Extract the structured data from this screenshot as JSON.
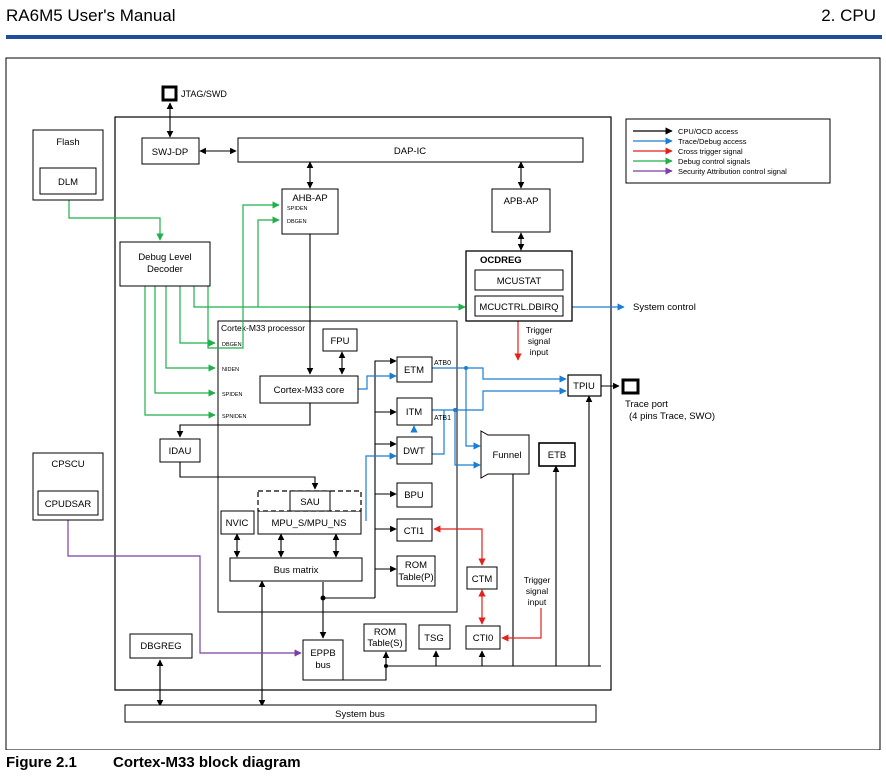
{
  "header": {
    "manual_title": "RA6M5 User's Manual",
    "section": "2. CPU"
  },
  "caption": {
    "number": "Figure 2.1",
    "title": "Cortex-M33 block diagram"
  },
  "colors": {
    "header_rule": "#1f4e9c",
    "cpu_ocd_access": "#000000",
    "trace_debug_access": "#1a7fd4",
    "cross_trigger": "#e3221c",
    "debug_control": "#1fb14b",
    "security_attribution": "#7b3fa8"
  },
  "legend": [
    {
      "key": "cpu_ocd",
      "label": "CPU/OCD access"
    },
    {
      "key": "trace_debug",
      "label": "Trace/Debug access"
    },
    {
      "key": "cross_trigger",
      "label": "Cross trigger signal"
    },
    {
      "key": "debug_control",
      "label": "Debug control signals"
    },
    {
      "key": "security",
      "label": "Security Attribution control signal"
    }
  ],
  "blocks": {
    "jtag_swd": "JTAG/SWD",
    "flash": "Flash",
    "dlm": "DLM",
    "swj_dp": "SWJ-DP",
    "dap_ic": "DAP-IC",
    "ahb_ap": "AHB-AP",
    "ahb_spiden": "SPIDEN",
    "ahb_dbgen": "DBGEN",
    "apb_ap": "APB-AP",
    "debug_level_decoder_1": "Debug Level",
    "debug_level_decoder_2": "Decoder",
    "ocdreg": "OCDREG",
    "mcustat": "MCUSTAT",
    "mcuctrl": "MCUCTRL.DBIRQ",
    "system_control": "System control",
    "trigger_signal_1": "Trigger",
    "trigger_signal_2": "signal",
    "trigger_signal_3": "input",
    "cortex_processor": "Cortex-M33 processor",
    "sig_dbgen": "DBGEN",
    "sig_niden": "NIDEN",
    "sig_spiden": "SPIDEN",
    "sig_spniden": "SPNIDEN",
    "fpu": "FPU",
    "cortex_core": "Cortex-M33 core",
    "etm": "ETM",
    "atb0": "ATB0",
    "itm": "ITM",
    "atb1": "ATB1",
    "dwt": "DWT",
    "bpu": "BPU",
    "cti1": "CTI1",
    "rom_p_1": "ROM",
    "rom_p_2": "Table(P)",
    "funnel": "Funnel",
    "etb": "ETB",
    "tpiu": "TPIU",
    "trace_port_1": "Trace port",
    "trace_port_2": "(4 pins Trace, SWO)",
    "idau": "IDAU",
    "sau": "SAU",
    "mpu": "MPU_S/MPU_NS",
    "nvic": "NVIC",
    "bus_matrix": "Bus matrix",
    "cpscu": "CPSCU",
    "cpudsar": "CPUDSAR",
    "ctm": "CTM",
    "trigger2_1": "Trigger",
    "trigger2_2": "signal",
    "trigger2_3": "input",
    "cti0": "CTI0",
    "rom_s_1": "ROM",
    "rom_s_2": "Table(S)",
    "tsg": "TSG",
    "eppb_1": "EPPB",
    "eppb_2": "bus",
    "dbgreg": "DBGREG",
    "system_bus": "System bus"
  }
}
